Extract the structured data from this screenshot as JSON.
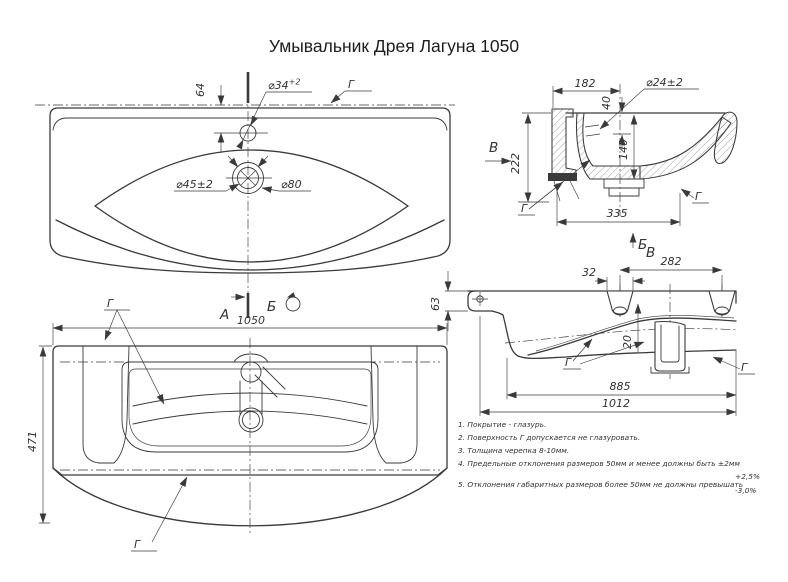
{
  "title": "Умывальник  Дрея Лагуна 1050",
  "top_view": {
    "dim_64": "64",
    "dim_d34": "⌀34",
    "dim_d34_sup": "+2",
    "dim_d45": "⌀45±2",
    "dim_d80": "⌀80",
    "g_label": "Г",
    "section_label": "А",
    "aux_view_label": "Б"
  },
  "bottom_view": {
    "dim_1050": "1050",
    "dim_471": "471",
    "g_upper": "Г",
    "g_lower": "Г"
  },
  "section_view": {
    "dim_182": "182",
    "dim_40": "40",
    "dim_d24": "⌀24±2",
    "dim_222": "222",
    "dim_140": "140",
    "dim_335": "335",
    "view_arrow_label": "В",
    "aux_label": "Б",
    "g_left": "Г",
    "g_right": "Г"
  },
  "side_view": {
    "view_label": "В",
    "dim_282": "282",
    "dim_32": "32",
    "dim_63": "63",
    "dim_20": "20",
    "dim_885": "885",
    "dim_1012": "1012",
    "g_left": "Г",
    "g_right": "Г"
  },
  "notes": [
    "1. Покрытие - глазурь.",
    "2. Поверхность Г допускается не глазуровать.",
    "3. Толщина черепка 8-10мм.",
    "4. Предельные отклонения размеров 50мм и менее должны быть ±2мм",
    "5. Отклонения габаритных размеров более 50мм не должны превышать"
  ],
  "note_tolerance": {
    "plus": "+2,5%",
    "minus": "-3,0%"
  },
  "colors": {
    "line": "#3a3a3a",
    "text": "#333333",
    "bg": "#ffffff"
  }
}
